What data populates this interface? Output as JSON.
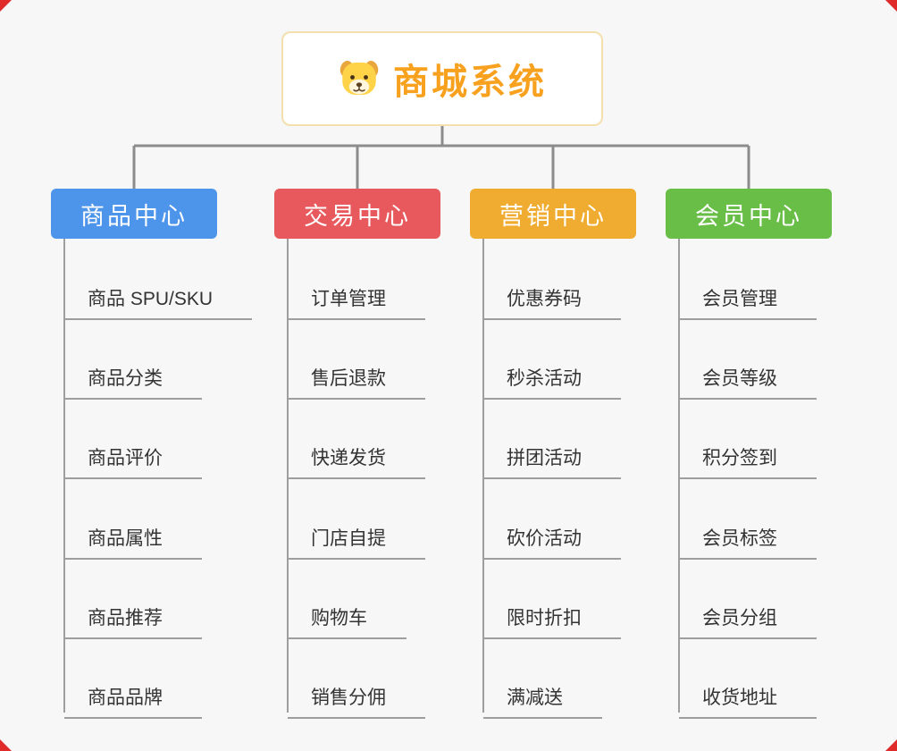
{
  "colors": {
    "background": "#f7f7f7",
    "connector": "#8c8c8c",
    "child_line": "#9e9e9e",
    "root_border": "#f4dfae",
    "root_title": "#f8a11f",
    "corner_mark": "#e02b2b"
  },
  "root": {
    "title": "商城系统",
    "icon": "dog-face-icon"
  },
  "branches": [
    {
      "label": "商品中心",
      "color": "#4d94eb",
      "children": [
        "商品 SPU/SKU",
        "商品分类",
        "商品评价",
        "商品属性",
        "商品推荐",
        "商品品牌"
      ]
    },
    {
      "label": "交易中心",
      "color": "#e7595c",
      "children": [
        "订单管理",
        "售后退款",
        "快递发货",
        "门店自提",
        "购物车",
        "销售分佣"
      ]
    },
    {
      "label": "营销中心",
      "color": "#efac30",
      "children": [
        "优惠券码",
        "秒杀活动",
        "拼团活动",
        "砍价活动",
        "限时折扣",
        "满减送"
      ]
    },
    {
      "label": "会员中心",
      "color": "#69be48",
      "children": [
        "会员管理",
        "会员等级",
        "积分签到",
        "会员标签",
        "会员分组",
        "收货地址"
      ]
    }
  ]
}
